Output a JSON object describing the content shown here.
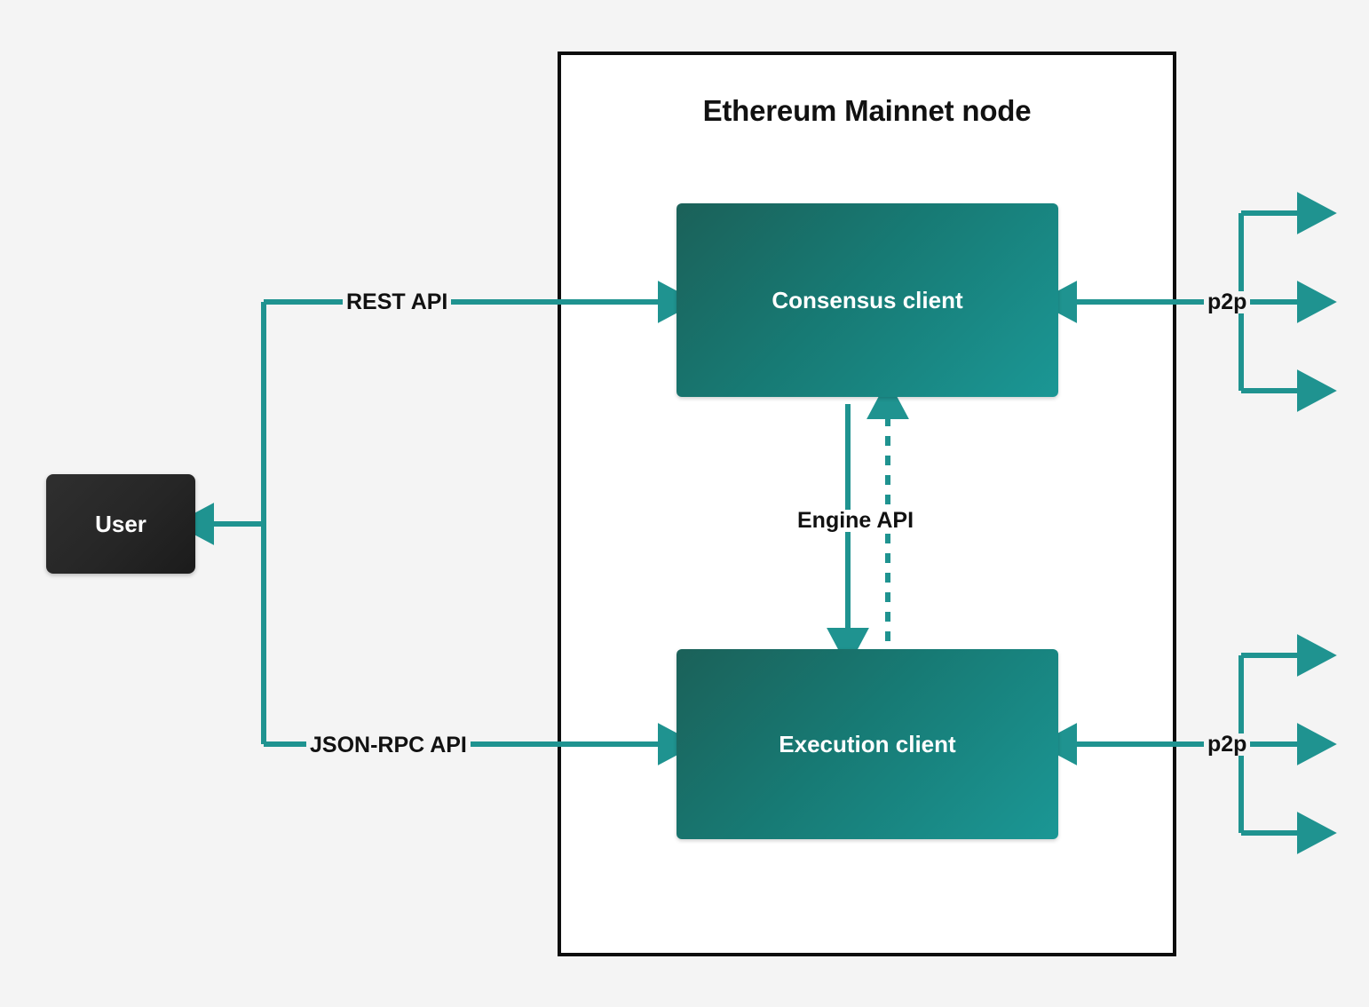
{
  "diagram": {
    "title": "Ethereum Mainnet node",
    "background_color": "#f4f4f4",
    "accent_color": "#1f9390",
    "frame_border_color": "#0d0d0d",
    "node_fill_color": "#ffffff"
  },
  "nodes": {
    "user": {
      "label": "User",
      "fill_from": "#2f2f2f",
      "fill_to": "#1b1b1b",
      "text_color": "#ffffff"
    },
    "consensus_client": {
      "label": "Consensus client",
      "fill_from": "#1b6159",
      "fill_to": "#1b9795",
      "text_color": "#ffffff"
    },
    "execution_client": {
      "label": "Execution client",
      "fill_from": "#1b6159",
      "fill_to": "#1b9795",
      "text_color": "#ffffff"
    }
  },
  "edges": {
    "rest_api": {
      "label": "REST API",
      "from": "user",
      "to": "consensus_client",
      "style": "solid",
      "direction": "forward"
    },
    "json_rpc_api": {
      "label": "JSON-RPC API",
      "from": "user",
      "to": "execution_client",
      "style": "solid",
      "direction": "forward"
    },
    "engine_api": {
      "label": "Engine API",
      "from": "consensus_client",
      "to": "execution_client",
      "style": "solid-down-and-dashed-up",
      "direction": "bidirectional"
    },
    "p2p_consensus": {
      "label": "p2p",
      "attached_to": "consensus_client",
      "style": "solid",
      "direction": "bidirectional",
      "peer_branches": 3
    },
    "p2p_execution": {
      "label": "p2p",
      "attached_to": "execution_client",
      "style": "solid",
      "direction": "bidirectional",
      "peer_branches": 3
    }
  }
}
